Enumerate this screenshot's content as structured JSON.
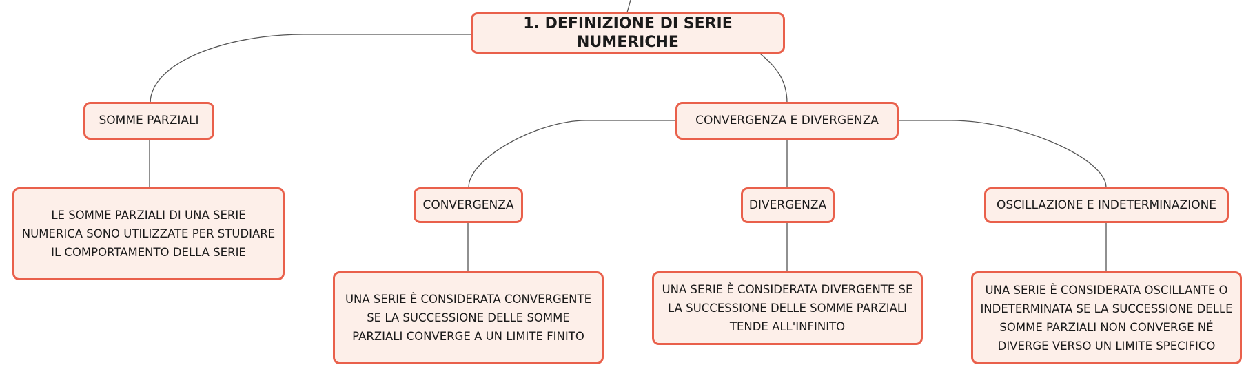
{
  "diagram": {
    "root": {
      "label": "1. DEFINIZIONE DI SERIE NUMERICHE"
    },
    "somme_parziali": {
      "label": "SOMME PARZIALI",
      "description": "LE SOMME PARZIALI DI UNA SERIE NUMERICA SONO UTILIZZATE PER STUDIARE IL COMPORTAMENTO DELLA SERIE"
    },
    "convergenza_divergenza": {
      "label": "CONVERGENZA E DIVERGENZA",
      "children": [
        {
          "label": "CONVERGENZA",
          "description": "UNA SERIE È CONSIDERATA CONVERGENTE SE LA SUCCESSIONE DELLE SOMME PARZIALI CONVERGE A UN LIMITE FINITO"
        },
        {
          "label": "DIVERGENZA",
          "description": "UNA SERIE È CONSIDERATA DIVERGENTE SE LA SUCCESSIONE DELLE SOMME PARZIALI TENDE ALL'INFINITO"
        },
        {
          "label": "OSCILLAZIONE E INDETERMINAZIONE",
          "description": "UNA SERIE È CONSIDERATA OSCILLANTE O INDETERMINATA SE LA SUCCESSIONE DELLE SOMME PARZIALI NON CONVERGE NÉ DIVERGE VERSO UN LIMITE SPECIFICO"
        }
      ]
    },
    "colors": {
      "node_border": "#e9604b",
      "node_fill": "#fdefe9",
      "connector": "#555555"
    }
  }
}
